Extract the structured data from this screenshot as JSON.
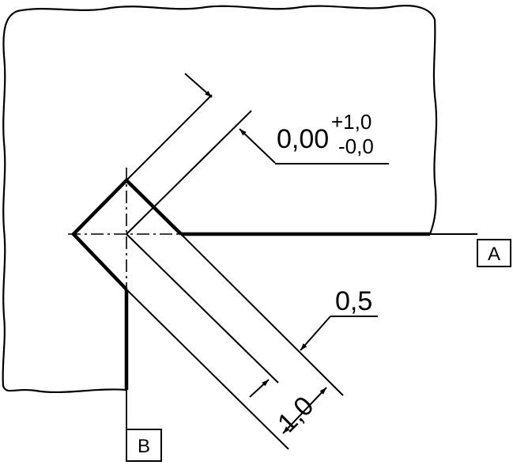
{
  "dimensions": {
    "chamfer_nominal": "0,00",
    "chamfer_upper_tolerance": "+1,0",
    "chamfer_lower_tolerance": "-0,0",
    "band_width_inner": "0,5",
    "band_width_outer": "1,0"
  },
  "datums": {
    "a": "A",
    "b": "B"
  },
  "colors": {
    "line": "#000000",
    "background": "#ffffff"
  }
}
